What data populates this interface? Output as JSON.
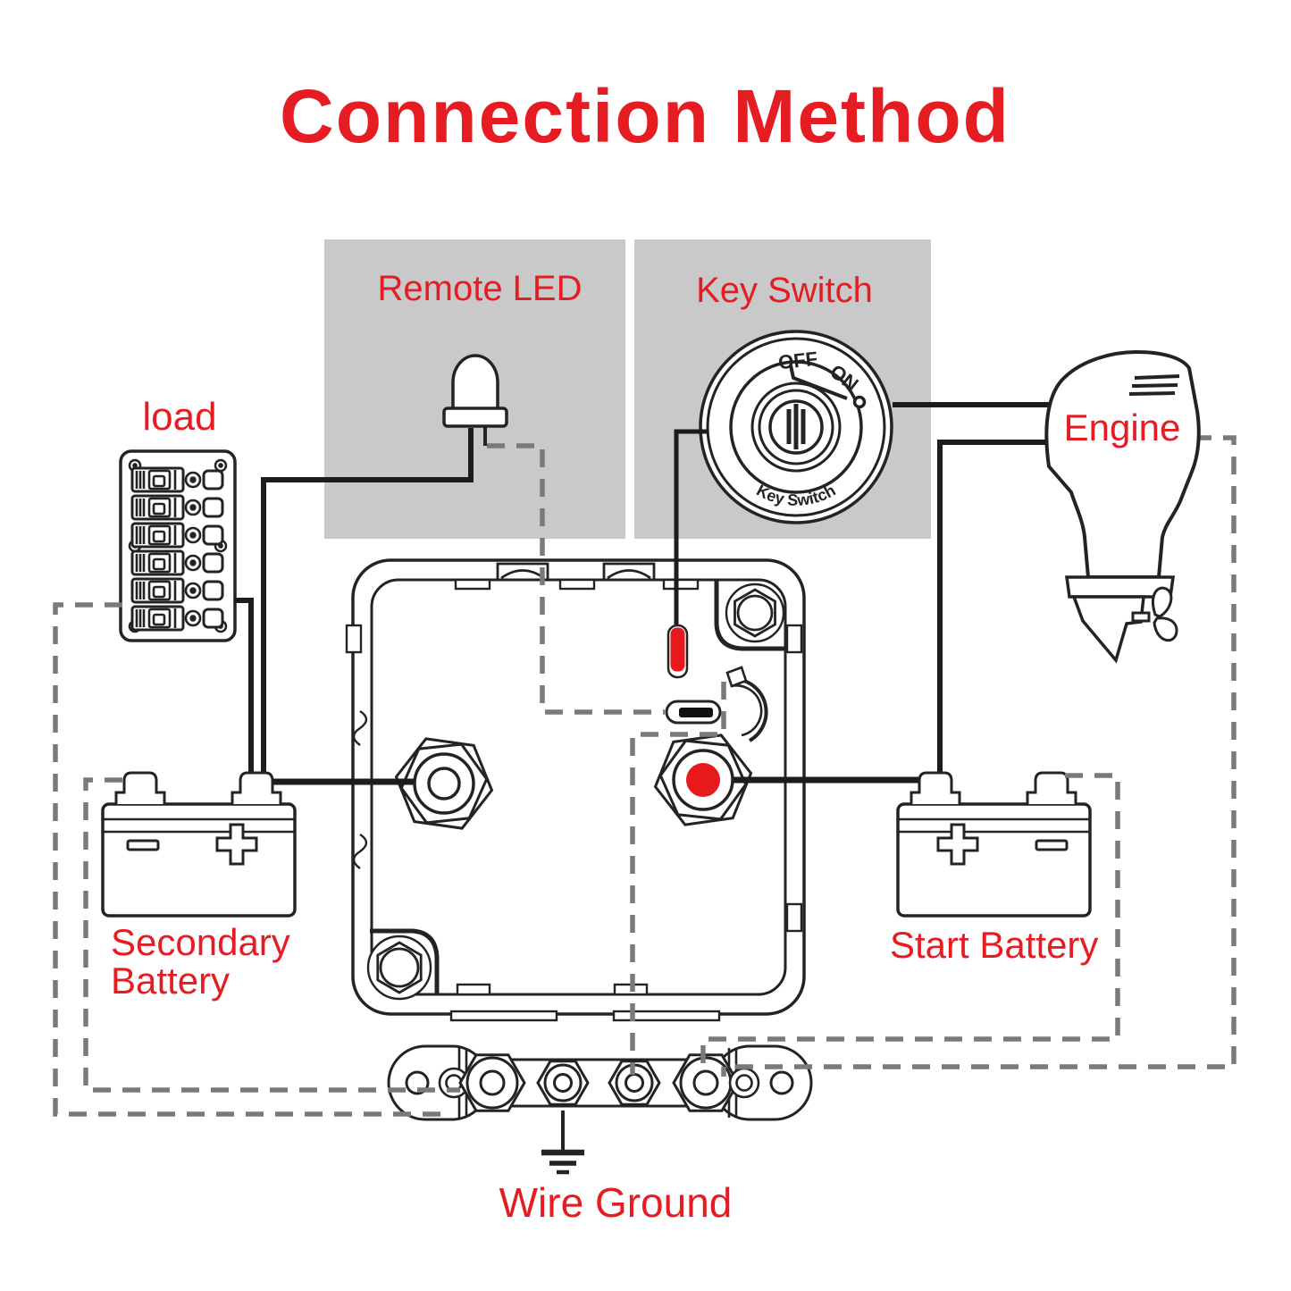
{
  "title": "Connection Method",
  "colors": {
    "accent_red": "#e51d23",
    "panel_gray": "#c9c9c9",
    "line_black": "#232323",
    "dashed_gray": "#7a7a7a",
    "status_red": "#e8191d"
  },
  "panels": {
    "remote_led": "Remote LED",
    "key_switch": "Key Switch"
  },
  "key_dial": {
    "off": "OFF",
    "on": "ON",
    "label": "Key Switch"
  },
  "components": {
    "engine": "Engine",
    "load": "load",
    "secondary_battery": [
      "Secondary",
      "Battery"
    ],
    "start_battery": "Start Battery",
    "wire_ground": "Wire Ground"
  }
}
